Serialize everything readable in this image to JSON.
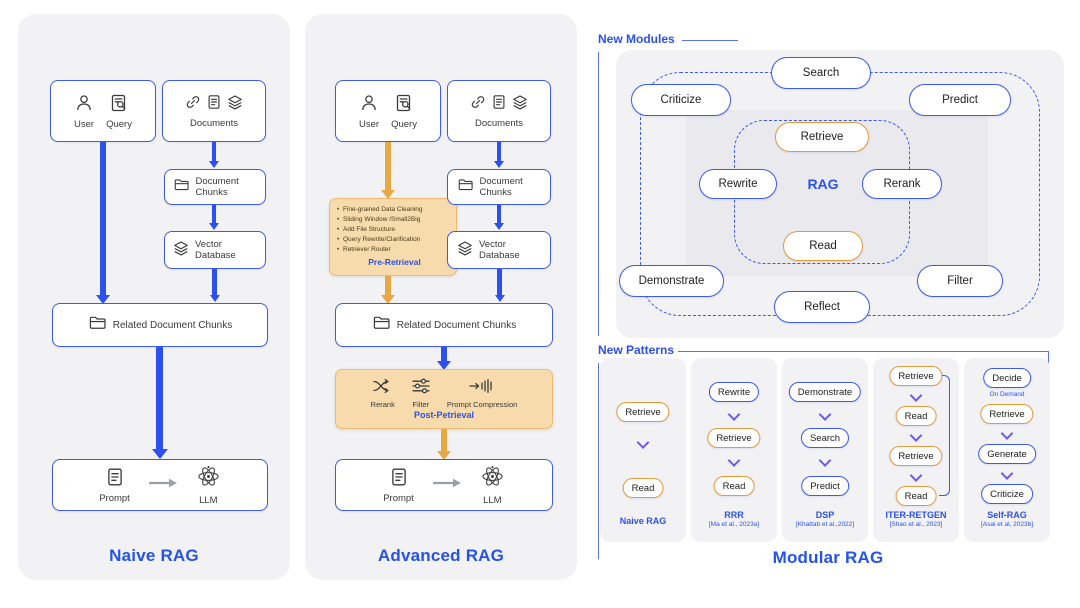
{
  "naive": {
    "title": "Naive RAG",
    "user": "User",
    "query": "Query",
    "documents": "Documents",
    "document_chunks": "Document Chunks",
    "vector_database": "Vector Database",
    "related_chunks": "Related Document Chunks",
    "prompt": "Prompt",
    "llm": "LLM"
  },
  "advanced": {
    "title": "Advanced RAG",
    "user": "User",
    "query": "Query",
    "documents": "Documents",
    "document_chunks": "Document Chunks",
    "vector_database": "Vector Database",
    "related_chunks": "Related Document Chunks",
    "prompt": "Prompt",
    "llm": "LLM",
    "pre_retrieval": {
      "bullets": [
        "Fine-grained Data Cleaning",
        "Sliding Window /Small2Big",
        "Add File Structure",
        "Query Rewrite/Clarification",
        "Retriever Router"
      ],
      "label": "Pre-Retrieval"
    },
    "post_retrieval": {
      "rerank": "Rerank",
      "filter": "Filter",
      "compression": "Prompt Compression",
      "label": "Post-Petrieval"
    }
  },
  "modular": {
    "title": "Modular RAG",
    "new_modules_label": "New Modules",
    "new_patterns_label": "New Patterns",
    "modules": {
      "search": "Search",
      "criticize": "Criticize",
      "predict": "Predict",
      "retrieve": "Retrieve",
      "rewrite": "Rewrite",
      "rag": "RAG",
      "rerank": "Rerank",
      "read": "Read",
      "demonstrate": "Demonstrate",
      "reflect": "Reflect",
      "filter": "Filter"
    },
    "patterns": [
      {
        "name": "Naive RAG",
        "cite": "",
        "steps": [
          "Retrieve",
          "Read"
        ]
      },
      {
        "name": "RRR",
        "cite": "[Ma et al., 2023a]",
        "steps": [
          "Rewrite",
          "Retrieve",
          "Read"
        ]
      },
      {
        "name": "DSP",
        "cite": "[Khattab et al.,2022]",
        "steps": [
          "Demonstrate",
          "Search",
          "Predict"
        ]
      },
      {
        "name": "ITER-RETGEN",
        "cite": "[Shao et al., 2023]",
        "steps": [
          "Retrieve",
          "Read",
          "Retrieve",
          "Read"
        ]
      },
      {
        "name": "Self-RAG",
        "cite": "[Asai et al, 2023b]",
        "on_demand": "On Demand",
        "steps": [
          "Decide",
          "Retrieve",
          "Generate",
          "Criticize"
        ]
      }
    ]
  },
  "colors": {
    "blue": "#2B50ED",
    "border_blue": "#3D5AE9",
    "orange_border": "#E39B3E",
    "orange_fill": "#F7DBAD",
    "orange_arrow": "#E8A944",
    "chevron_purple": "#6C5BE8",
    "panel_gray": "#F2F2F5"
  }
}
